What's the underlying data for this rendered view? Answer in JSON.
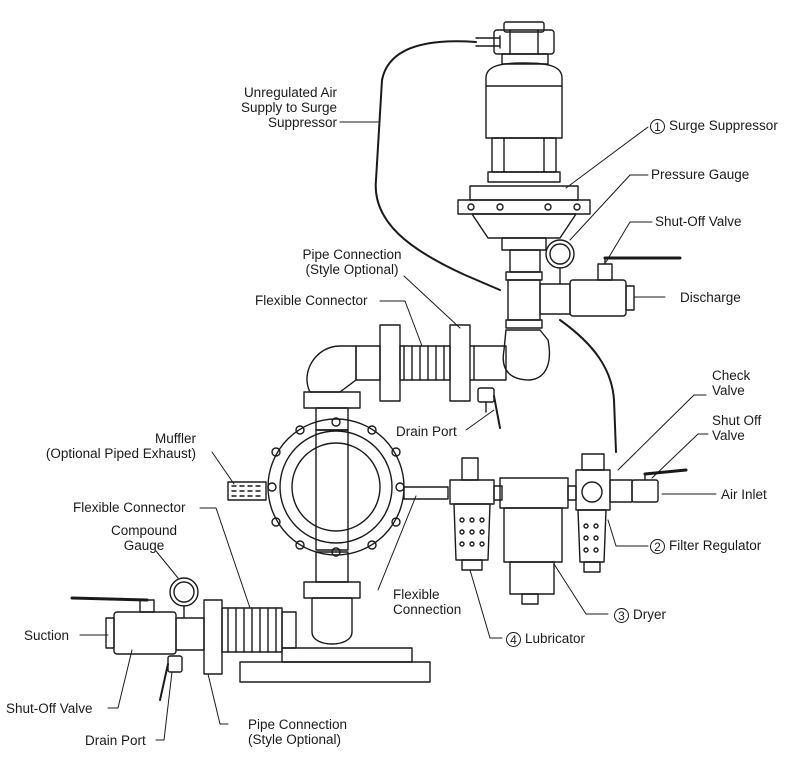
{
  "labels": {
    "unregulated_air": [
      "Unregulated Air",
      "Supply to Surge",
      "Suppressor"
    ],
    "surge_suppressor": {
      "num": "1",
      "text": "Surge Suppressor"
    },
    "pressure_gauge": "Pressure Gauge",
    "shutoff_valve_top": "Shut-Off Valve",
    "pipe_connection_top": [
      "Pipe Connection",
      "(Style Optional)"
    ],
    "discharge": "Discharge",
    "flexible_connector_top": "Flexible Connector",
    "check_valve": [
      "Check",
      "Valve"
    ],
    "shut_off_valve_right": [
      "Shut Off",
      "Valve"
    ],
    "drain_port_top": "Drain Port",
    "muffler": [
      "Muffler",
      "(Optional Piped Exhaust)"
    ],
    "air_inlet": "Air Inlet",
    "flexible_connector_bottom": "Flexible Connector",
    "filter_regulator": {
      "num": "2",
      "text": "Filter Regulator"
    },
    "compound_gauge": [
      "Compound",
      "Gauge"
    ],
    "flexible_connection": [
      "Flexible",
      "Connection"
    ],
    "dryer": {
      "num": "3",
      "text": "Dryer"
    },
    "suction": "Suction",
    "lubricator": {
      "num": "4",
      "text": "Lubricator"
    },
    "shutoff_valve_bottom": "Shut-Off Valve",
    "pipe_connection_bottom": [
      "Pipe Connection",
      "(Style Optional)"
    ],
    "drain_port_bottom": "Drain Port"
  }
}
